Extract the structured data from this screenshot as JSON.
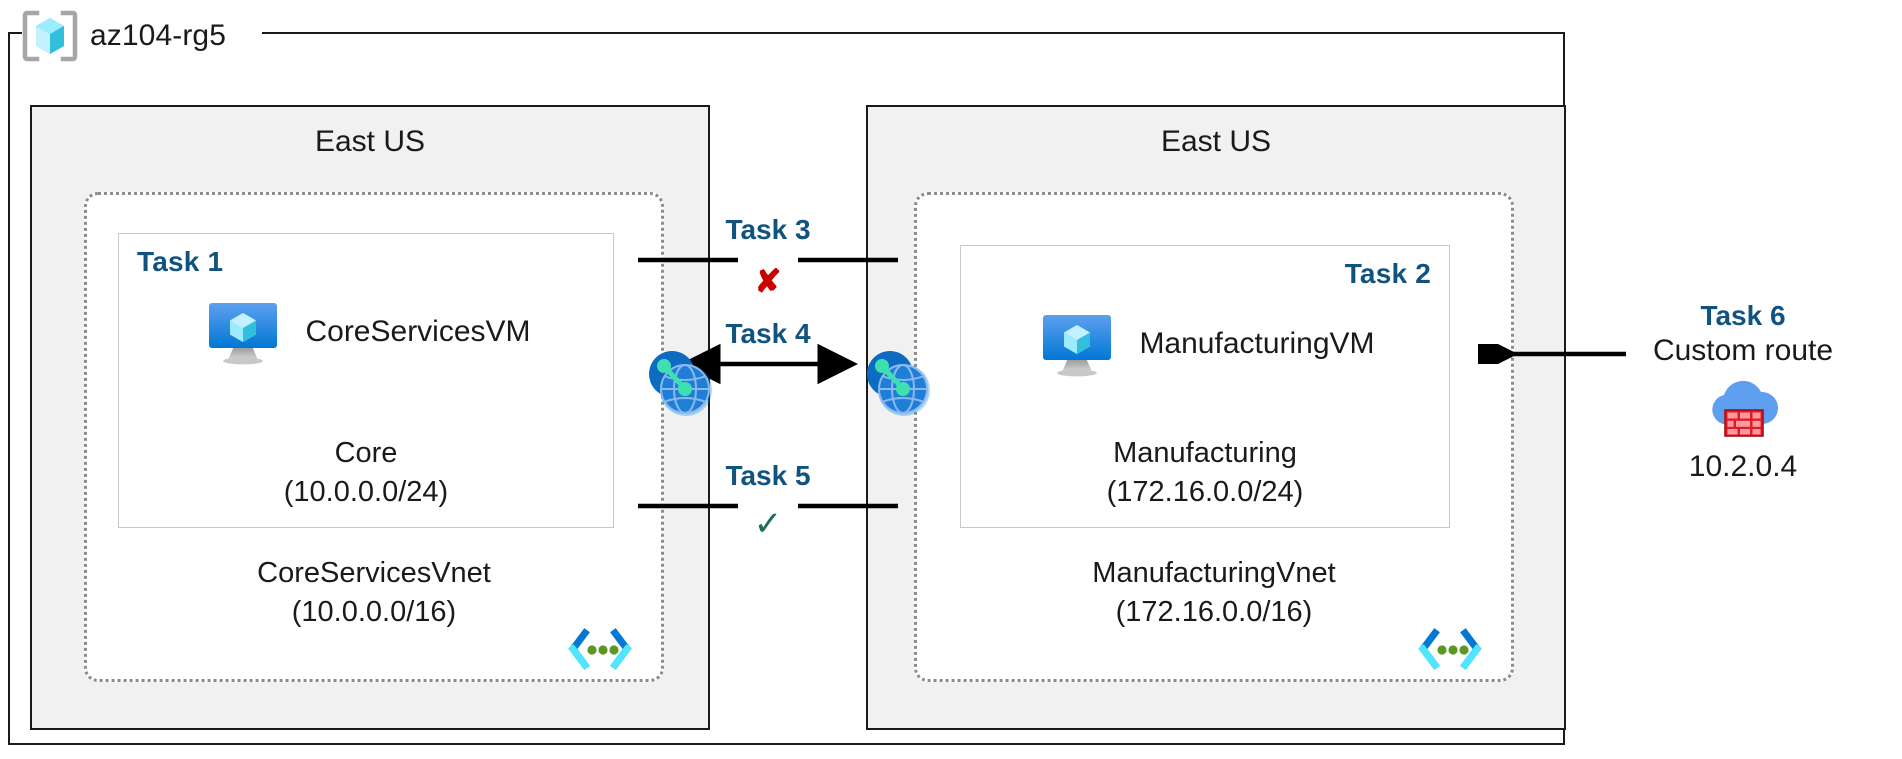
{
  "diagram": {
    "title": "az104-rg5",
    "resource_group": {
      "name": "az104-rg5",
      "icon": "resource-group-icon"
    },
    "colors": {
      "task_label": "#11537f",
      "region_fill": "#f1f1f1",
      "border": "#1a1a1a",
      "vnet_border": "#8c8c8c",
      "subnet_border": "#c8c8c8",
      "deny_mark": "#cc0000",
      "allow_mark": "#1d6b5e",
      "azure_blue": "#0078d4",
      "firewall_red": "#e01b24"
    },
    "regions": [
      {
        "id": "left",
        "label": "East US",
        "vnet": {
          "name": "CoreServicesVnet",
          "cidr": "(10.0.0.0/16)",
          "badge_icon": "vnet-badge-icon",
          "subnet": {
            "task": "Task 1",
            "task_align": "left",
            "vm_name": "CoreServicesVM",
            "vm_icon": "virtual-machine-icon",
            "name": "Core",
            "cidr": "(10.0.0.0/24)"
          }
        }
      },
      {
        "id": "right",
        "label": "East US",
        "vnet": {
          "name": "ManufacturingVnet",
          "cidr": "(172.16.0.0/16)",
          "badge_icon": "vnet-badge-icon",
          "subnet": {
            "task": "Task 2",
            "task_align": "right",
            "vm_name": "ManufacturingVM",
            "vm_icon": "virtual-machine-icon",
            "name": "Manufacturing",
            "cidr": "(172.16.0.0/24)"
          }
        }
      }
    ],
    "peering_icons": [
      {
        "id": "peer-left",
        "icon": "vnet-peering-icon"
      },
      {
        "id": "peer-right",
        "icon": "vnet-peering-icon"
      }
    ],
    "gutter_tasks": [
      {
        "id": "task3",
        "label": "Task 3",
        "mark": "✘",
        "mark_type": "deny",
        "arrows": "outward"
      },
      {
        "id": "task4",
        "label": "Task 4",
        "mark": "",
        "mark_type": "none",
        "arrows": "bidirectional"
      },
      {
        "id": "task5",
        "label": "Task 5",
        "mark": "✓",
        "mark_type": "allow",
        "arrows": "outward"
      }
    ],
    "firewall": {
      "task": "Task 6",
      "subtitle": "Custom route",
      "icon": "azure-firewall-icon",
      "ip": "10.2.0.4"
    }
  }
}
